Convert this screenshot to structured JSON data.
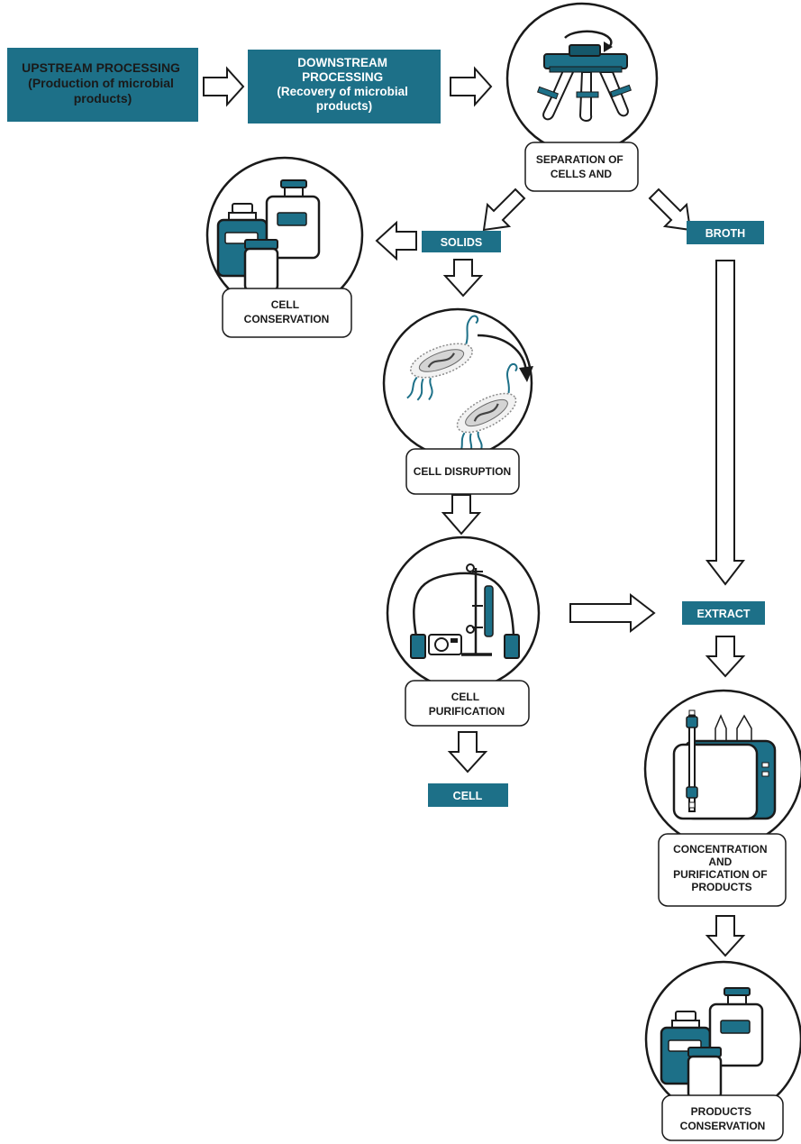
{
  "colors": {
    "teal": "#1d7088",
    "teal_dark": "#15586b",
    "outline": "#1a1a1a",
    "background": "#ffffff"
  },
  "header": {
    "upstream": [
      "UPSTREAM PROCESSING",
      "(Production of microbial",
      "products)"
    ],
    "downstream": [
      "DOWNSTREAM",
      "PROCESSING",
      "(Recovery of microbial",
      "products)"
    ]
  },
  "stages": {
    "separation": [
      "SEPARATION OF",
      "CELLS AND"
    ],
    "cell_conservation": [
      "CELL",
      "CONSERVATION"
    ],
    "cell_disruption": [
      "CELL DISRUPTION"
    ],
    "cell_purification": [
      "CELL",
      "PURIFICATION"
    ],
    "concentration": [
      "CONCENTRATION",
      "AND",
      "PURIFICATION OF",
      "PRODUCTS"
    ],
    "products_conservation": [
      "PRODUCTS",
      "CONSERVATION"
    ]
  },
  "tags": {
    "solids": "SOLIDS",
    "broth": "BROTH",
    "extract": "EXTRACT",
    "cell": "CELL"
  },
  "icons": {
    "centrifuge": "centrifuge-icon",
    "storage_bottles": "storage-bottles-icon",
    "bacteria": "bacteria-icon",
    "chromatography": "chromatography-setup-icon",
    "purification_device": "purification-device-icon",
    "rotation_arrow": "rotation-arrow-icon"
  }
}
